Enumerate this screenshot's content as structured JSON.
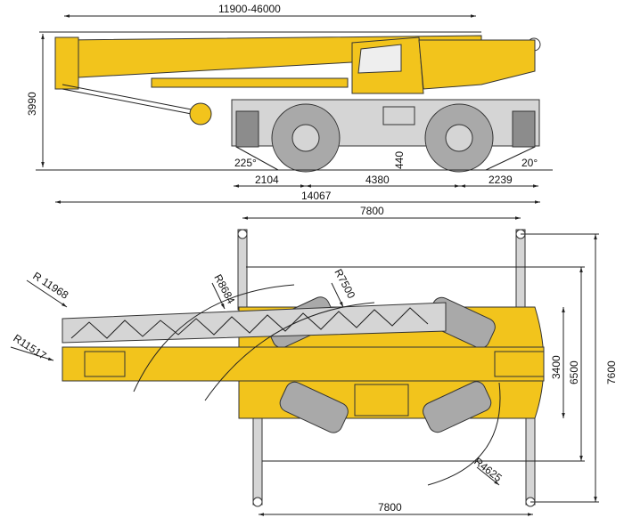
{
  "side_view": {
    "boom_length": "11900-46000",
    "height": "3990",
    "approach_angle_front": "225°",
    "ground_clearance": "440",
    "departure_angle_rear": "20°",
    "front_overhang": "2104",
    "wheelbase": "4380",
    "rear_overhang": "2239",
    "overall_length": "14067"
  },
  "plan_view": {
    "outrigger_span_top": "7800",
    "outrigger_span_bottom": "7800",
    "radius_jib_tip": "R 11968",
    "radius_boom_head": "R11517",
    "radius_front": "R8684",
    "radius_counterweight_side": "R7500",
    "radius_rear": "R4625",
    "width_carrier": "3400",
    "width_outriggers_mid": "6500",
    "width_outriggers_full": "7600"
  },
  "colors": {
    "crane_yellow": "#F2C41C",
    "tyre_gray": "#A9A9A9",
    "line": "#222222"
  }
}
